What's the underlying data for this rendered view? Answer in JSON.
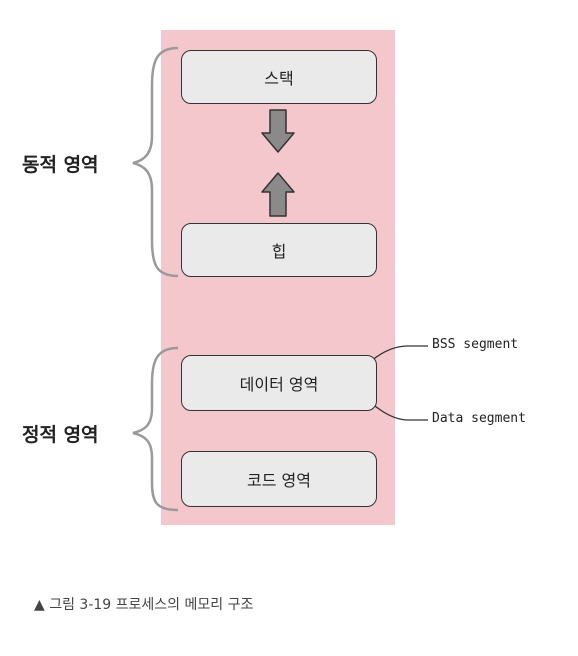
{
  "diagram": {
    "boxes": {
      "stack": "스택",
      "heap": "힙",
      "data": "데이터 영역",
      "code": "코드 영역"
    },
    "groups": {
      "dynamic": "동적 영역",
      "static": "정적 영역"
    },
    "annotations": {
      "bss": "BSS segment",
      "data_segment": "Data segment"
    }
  },
  "caption": "▲ 그림 3-19 프로세스의 메모리 구조",
  "colors": {
    "region_fill": "#f4c7cc",
    "box_fill": "#eaeaea",
    "arrow_fill": "#8a8a8a",
    "brace_stroke": "#9a9a9a"
  }
}
